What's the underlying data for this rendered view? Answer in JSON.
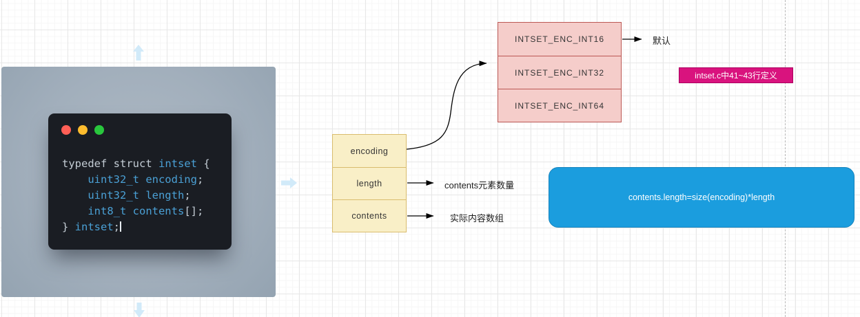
{
  "code_window": {
    "traffic_lights": [
      {
        "name": "close",
        "color": "#ff5f56"
      },
      {
        "name": "minimize",
        "color": "#fdbc2e"
      },
      {
        "name": "maximize",
        "color": "#29c73d"
      }
    ],
    "code_lines": [
      [
        {
          "text": "typedef struct ",
          "color": "plain"
        },
        {
          "text": "intset",
          "color": "blue"
        },
        {
          "text": " {",
          "color": "plain"
        }
      ],
      [
        {
          "text": "    ",
          "color": "plain"
        },
        {
          "text": "uint32_t encoding",
          "color": "blue"
        },
        {
          "text": ";",
          "color": "plain"
        }
      ],
      [
        {
          "text": "    ",
          "color": "plain"
        },
        {
          "text": "uint32_t length",
          "color": "blue"
        },
        {
          "text": ";",
          "color": "plain"
        }
      ],
      [
        {
          "text": "    ",
          "color": "plain"
        },
        {
          "text": "int8_t contents",
          "color": "blue"
        },
        {
          "text": "[];",
          "color": "plain"
        }
      ],
      [
        {
          "text": "} ",
          "color": "plain"
        },
        {
          "text": "intset",
          "color": "blue"
        },
        {
          "text": ";",
          "color": "plain"
        }
      ]
    ]
  },
  "struct_table": {
    "rows": [
      "encoding",
      "length",
      "contents"
    ]
  },
  "enum_table": {
    "rows": [
      "INTSET_ENC_INT16",
      "INTSET_ENC_INT32",
      "INTSET_ENC_INT64"
    ]
  },
  "labels": {
    "default_label": "默认",
    "length_note": "contents元素数量",
    "contents_note": "实际内容数组",
    "definition_note": "intset.c中41~43行定义",
    "formula": "contents.length=size(encoding)*length"
  },
  "colors": {
    "struct_fill": "#f9efc7",
    "struct_stroke": "#d9bc6d",
    "enum_fill": "#f5cdca",
    "enum_stroke": "#bb5753",
    "formula_fill": "#1b9dde",
    "formula_stroke": "#1583bd",
    "note_fill": "#d9137e",
    "note_stroke": "#ab005f",
    "code_keyword": "#c3ccd4",
    "code_identifier": "#4aa0d5",
    "terminal_bg": "#1a1d23",
    "shot_bg": "#a2afbc"
  }
}
